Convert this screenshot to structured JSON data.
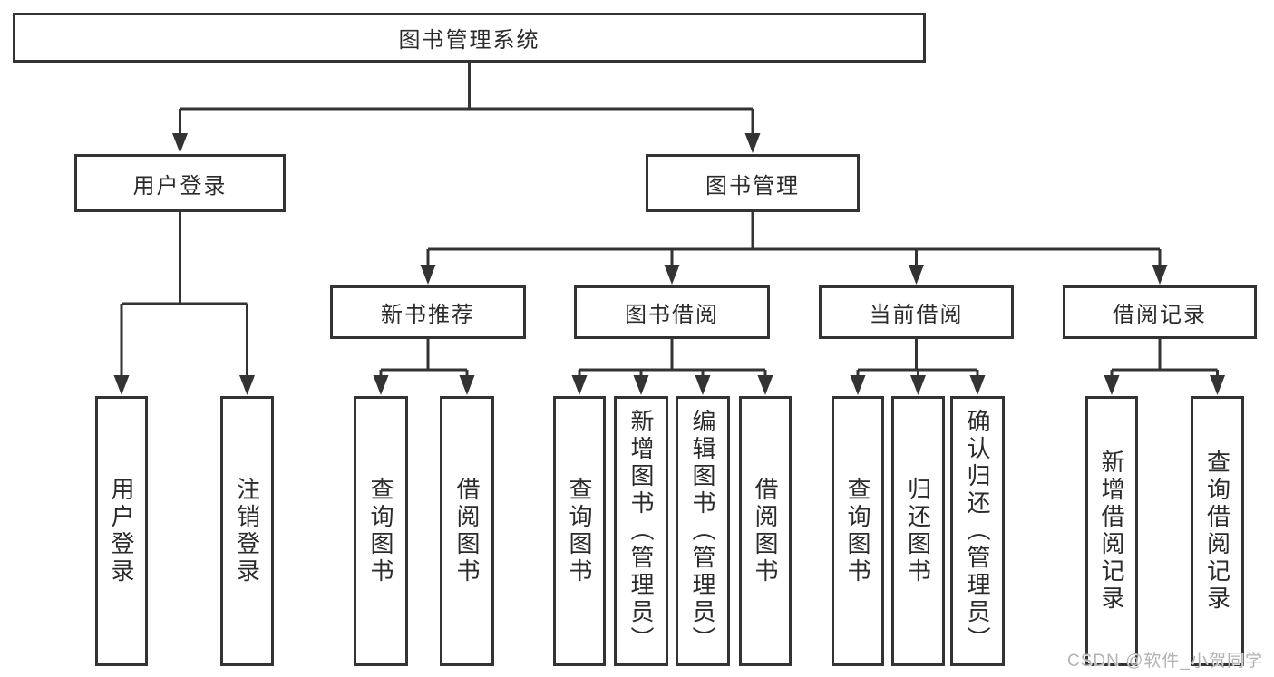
{
  "diagram_title": "图书管理系统",
  "nodes": [
    {
      "id": "root",
      "label": "图书管理系统"
    },
    {
      "id": "user-login",
      "label": "用户登录"
    },
    {
      "id": "book-mgmt",
      "label": "图书管理"
    },
    {
      "id": "new-book-rec",
      "label": "新书推荐"
    },
    {
      "id": "book-borrow",
      "label": "图书借阅"
    },
    {
      "id": "current-borrow",
      "label": "当前借阅"
    },
    {
      "id": "borrow-records",
      "label": "借阅记录"
    },
    {
      "id": "login-v",
      "label": "用户登录"
    },
    {
      "id": "logout-v",
      "label": "注销登录"
    },
    {
      "id": "nb-query",
      "label": "查询图书"
    },
    {
      "id": "nb-borrow",
      "label": "借阅图书"
    },
    {
      "id": "bb-query",
      "label": "查询图书"
    },
    {
      "id": "bb-add",
      "label": "新增图书（管理员）"
    },
    {
      "id": "bb-edit",
      "label": "编辑图书（管理员）"
    },
    {
      "id": "bb-borrow",
      "label": "借阅图书"
    },
    {
      "id": "cb-query",
      "label": "查询图书"
    },
    {
      "id": "cb-return",
      "label": "归还图书"
    },
    {
      "id": "cb-confirm",
      "label": "确认归还（管理员）"
    },
    {
      "id": "br-add",
      "label": "新增借阅记录"
    },
    {
      "id": "br-query",
      "label": "查询借阅记录"
    }
  ],
  "edges": [
    {
      "from": "root",
      "to": [
        "user-login",
        "book-mgmt"
      ]
    },
    {
      "from": "user-login",
      "to": [
        "login-v",
        "logout-v"
      ]
    },
    {
      "from": "book-mgmt",
      "to": [
        "new-book-rec",
        "book-borrow",
        "current-borrow",
        "borrow-records"
      ]
    },
    {
      "from": "new-book-rec",
      "to": [
        "nb-query",
        "nb-borrow"
      ]
    },
    {
      "from": "book-borrow",
      "to": [
        "bb-query",
        "bb-add",
        "bb-edit",
        "bb-borrow"
      ]
    },
    {
      "from": "current-borrow",
      "to": [
        "cb-query",
        "cb-return",
        "cb-confirm"
      ]
    },
    {
      "from": "borrow-records",
      "to": [
        "br-add",
        "br-query"
      ]
    }
  ],
  "watermark": {
    "text": "CSDN @软件_小贺同学"
  },
  "colors": {
    "line": "#333333",
    "box_border": "#333333",
    "box_fill": "#ffffff",
    "text": "#2b2b2b",
    "watermark": "#b3b3b3"
  }
}
